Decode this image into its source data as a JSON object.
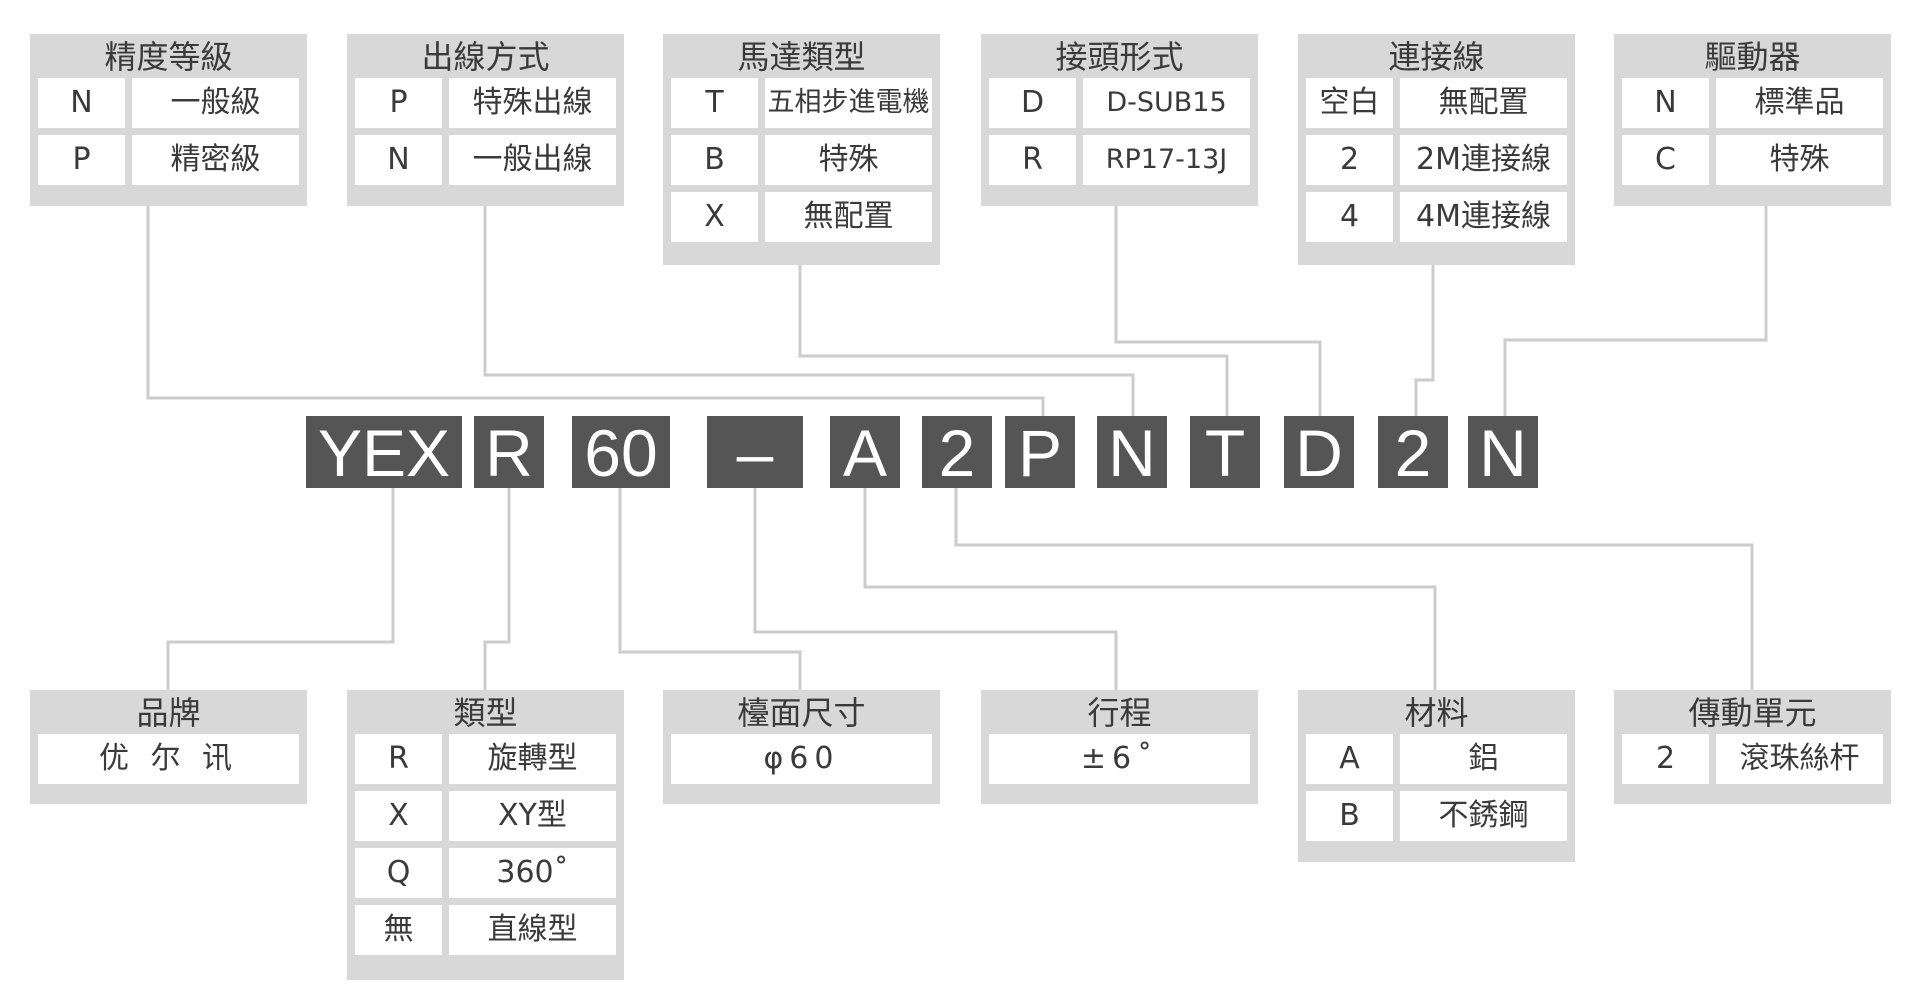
{
  "part_number": [
    {
      "id": "yex",
      "text": "YEX"
    },
    {
      "id": "r",
      "text": "R"
    },
    {
      "id": "60",
      "text": "60"
    },
    {
      "id": "dash",
      "text": "–"
    },
    {
      "id": "a",
      "text": "A"
    },
    {
      "id": "2a",
      "text": "2"
    },
    {
      "id": "p",
      "text": "P"
    },
    {
      "id": "n1",
      "text": "N"
    },
    {
      "id": "t",
      "text": "T"
    },
    {
      "id": "d",
      "text": "D"
    },
    {
      "id": "2b",
      "text": "2"
    },
    {
      "id": "n2",
      "text": "N"
    }
  ],
  "top_tables": [
    {
      "id": "precision",
      "title": "精度等級",
      "rows": [
        [
          "N",
          "一般級"
        ],
        [
          "P",
          "精密級"
        ]
      ]
    },
    {
      "id": "wiring",
      "title": "出線方式",
      "rows": [
        [
          "P",
          "特殊出線"
        ],
        [
          "N",
          "一般出線"
        ]
      ]
    },
    {
      "id": "motor",
      "title": "馬達類型",
      "rows": [
        [
          "T",
          "五相步進電機"
        ],
        [
          "B",
          "特殊"
        ],
        [
          "X",
          "無配置"
        ]
      ]
    },
    {
      "id": "connector",
      "title": "接頭形式",
      "rows": [
        [
          "D",
          "D-SUB15"
        ],
        [
          "R",
          "RP17-13J"
        ]
      ]
    },
    {
      "id": "cable",
      "title": "連接線",
      "rows": [
        [
          "空白",
          "無配置"
        ],
        [
          "2",
          "2M連接線"
        ],
        [
          "4",
          "4M連接線"
        ]
      ]
    },
    {
      "id": "driver",
      "title": "驅動器",
      "rows": [
        [
          "N",
          "標準品"
        ],
        [
          "C",
          "特殊"
        ]
      ]
    }
  ],
  "bottom_tables": [
    {
      "id": "brand",
      "title": "品牌",
      "single": "优 尔 讯"
    },
    {
      "id": "type",
      "title": "類型",
      "rows": [
        [
          "R",
          "旋轉型"
        ],
        [
          "X",
          "XY型"
        ],
        [
          "Q",
          "360˚"
        ],
        [
          "無",
          "直線型"
        ]
      ]
    },
    {
      "id": "size",
      "title": "檯面尺寸",
      "single": "φ60"
    },
    {
      "id": "stroke",
      "title": "行程",
      "single": "±6˚"
    },
    {
      "id": "material",
      "title": "材料",
      "rows": [
        [
          "A",
          "鋁"
        ],
        [
          "B",
          "不銹鋼"
        ]
      ]
    },
    {
      "id": "transmission",
      "title": "傳動單元",
      "rows": [
        [
          "2",
          "滾珠絲杆"
        ]
      ]
    }
  ],
  "colors": {
    "table_bg": "#d8d8d8",
    "cell_bg": "#ffffff",
    "block_bg": "#555555",
    "line": "#cccccc",
    "text": "#3a3a3a"
  }
}
